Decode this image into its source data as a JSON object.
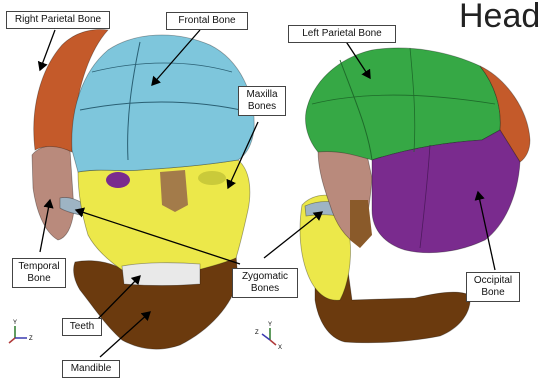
{
  "title": "Head",
  "labels": {
    "right_parietal": "Right Parietal Bone",
    "frontal": "Frontal Bone",
    "left_parietal": "Left Parietal Bone",
    "maxilla": "Maxilla\nBones",
    "temporal": "Temporal\nBone",
    "zygomatic": "Zygomatic\nBones",
    "occipital": "Occipital\nBone",
    "teeth": "Teeth",
    "mandible": "Mandible"
  },
  "axes": {
    "y": "Y",
    "z": "Z",
    "x": "X"
  },
  "colors": {
    "right_parietal": "#c45a2a",
    "frontal": "#7ec6dc",
    "left_parietal": "#36a845",
    "occipital": "#7a2b8e",
    "temporal": "#b98a7c",
    "maxilla": "#ece84a",
    "zygomatic": "#9eb4c4",
    "teeth": "#e9e9e9",
    "mandible": "#6b3a0e"
  }
}
